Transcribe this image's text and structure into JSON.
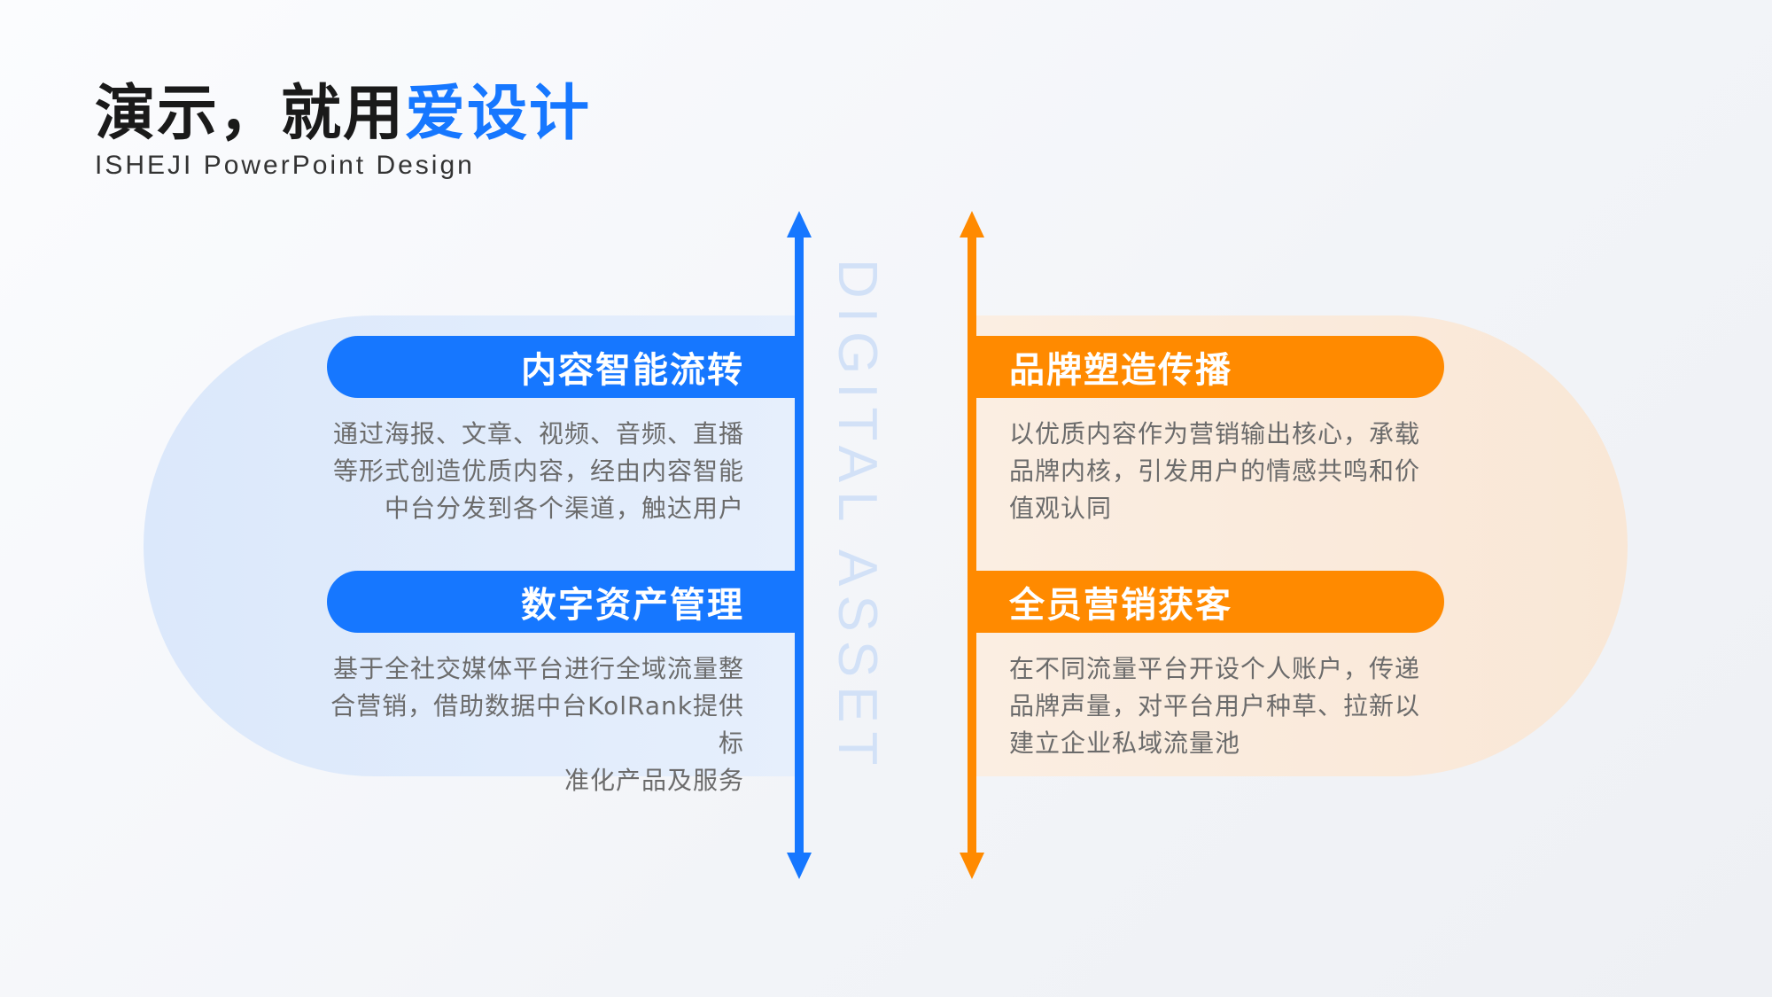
{
  "header": {
    "title_main": "演示，就用",
    "title_accent": "爱设计",
    "subtitle": "ISHEJI  PowerPoint  Design"
  },
  "center_word": "DIGITAL ASSET",
  "left": [
    {
      "heading": "内容智能流转",
      "lines": [
        "通过海报、文章、视频、音频、直播",
        "等形式创造优质内容，经由内容智能",
        "中台分发到各个渠道，触达用户"
      ]
    },
    {
      "heading": "数字资产管理",
      "lines": [
        "基于全社交媒体平台进行全域流量整",
        "合营销，借助数据中台KolRank提供标",
        "准化产品及服务"
      ]
    }
  ],
  "right": [
    {
      "heading": "品牌塑造传播",
      "lines": [
        "以优质内容作为营销输出核心，承载",
        "品牌内核，引发用户的情感共鸣和价",
        "值观认同"
      ]
    },
    {
      "heading": "全员营销获客",
      "lines": [
        "在不同流量平台开设个人账户，传递",
        "品牌声量，对平台用户种草、拉新以",
        "建立企业私域流量池"
      ]
    }
  ],
  "colors": {
    "blue": "#1677ff",
    "orange": "#ff8a00",
    "center_word": "#d2e1f7"
  }
}
